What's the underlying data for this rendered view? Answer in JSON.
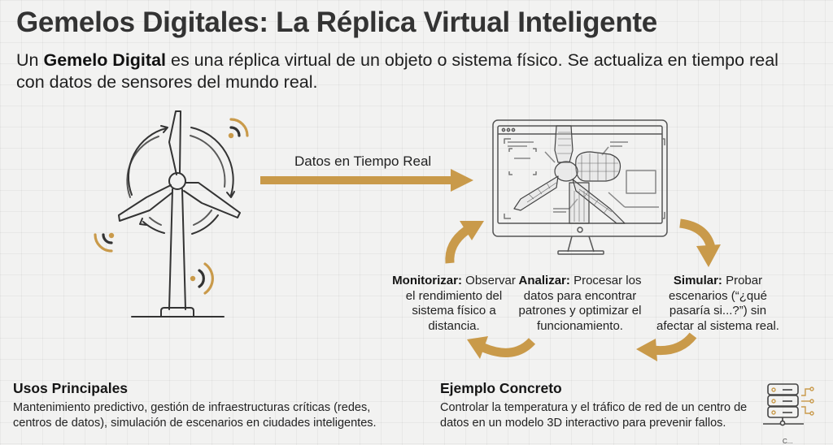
{
  "header": {
    "title": "Gemelos Digitales: La Réplica Virtual Inteligente",
    "intro_bold": "Gemelo Digital",
    "intro_pre": "Un ",
    "intro_post": " es una réplica virtual de un objeto o sistema físico. Se actualiza en tiempo real con datos de sensores del mundo real."
  },
  "diagram": {
    "physical_object": {
      "icon": "wind-turbine-icon",
      "sensors": [
        "signal-wave-icon",
        "signal-wave-icon",
        "signal-wave-icon"
      ]
    },
    "data_flow_label": "Datos en Tiempo Real",
    "virtual_model": {
      "icon": "monitor-wireframe-turbine-icon"
    },
    "cycle_steps": [
      {
        "bold": "Monitorizar:",
        "text": " Observar el rendimiento del sistema físico a distancia."
      },
      {
        "bold": "Analizar:",
        "text": " Procesar los datos para encontrar patrones y optimizar el funcionamiento."
      },
      {
        "bold": "Simular:",
        "text": " Probar escenarios (“¿qué pasaría si...?”) sin afectar al sistema real."
      }
    ],
    "colors": {
      "accent": "#c99a4a",
      "line": "#333333",
      "background": "#f2f2f1"
    }
  },
  "sections": {
    "uses": {
      "title": "Usos Principales",
      "body": "Mantenimiento predictivo, gestión de infraestructuras críticas (redes, centros de datos), simulación de escenarios en ciudades inteligentes."
    },
    "example": {
      "title": "Ejemplo Concreto",
      "body": "Controlar la temperatura y el tráfico de red de un centro de datos en un modelo 3D interactivo para prevenir fallos.",
      "icon": "server-network-icon"
    }
  },
  "footer": {
    "note": "C..."
  }
}
